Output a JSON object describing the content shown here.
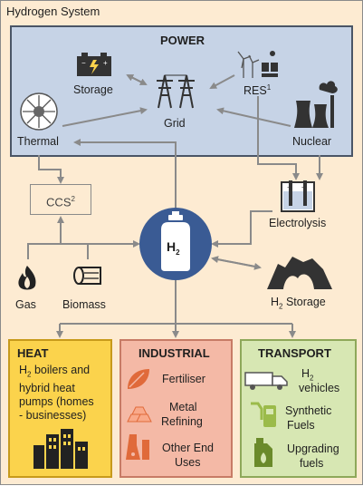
{
  "title": "Hydrogen System",
  "power": {
    "title": "POWER",
    "storage": "Storage",
    "grid": "Grid",
    "res": "RES",
    "res_sup": "1",
    "thermal": "Thermal",
    "nuclear": "Nuclear"
  },
  "ccs": {
    "label": "CCS",
    "sup": "2"
  },
  "electrolysis": "Electrolysis",
  "h2_center": {
    "main": "H",
    "sub": "2"
  },
  "h2_storage": {
    "h": "H",
    "sub": "2",
    "rest": " Storage"
  },
  "gas": "Gas",
  "biomass": "Biomass",
  "heat": {
    "title": "HEAT",
    "line1_h": "H",
    "line1_sub": "2",
    "line1_rest": " boilers and",
    "line2": "hybrid heat",
    "line3": "pumps (homes",
    "line4": "- businesses)"
  },
  "industrial": {
    "title": "INDUSTRIAL",
    "fertiliser": "Fertiliser",
    "metal1": "Metal",
    "metal2": "Refining",
    "other1": "Other End",
    "other2": "Uses"
  },
  "transport": {
    "title": "TRANSPORT",
    "h2_h": "H",
    "h2_sub": "2",
    "vehicles": "vehicles",
    "synthetic1": "Synthetic",
    "synthetic2": "Fuels",
    "upgrading1": "Upgrading",
    "upgrading2": "fuels"
  },
  "colors": {
    "power_bg": "#c6d3e6",
    "heat_bg": "#fbd34c",
    "industrial_bg": "#f4b9a6",
    "transport_bg": "#d7e7b3",
    "h2_circle": "#3a5b94",
    "arrow": "#8a8a8a"
  }
}
